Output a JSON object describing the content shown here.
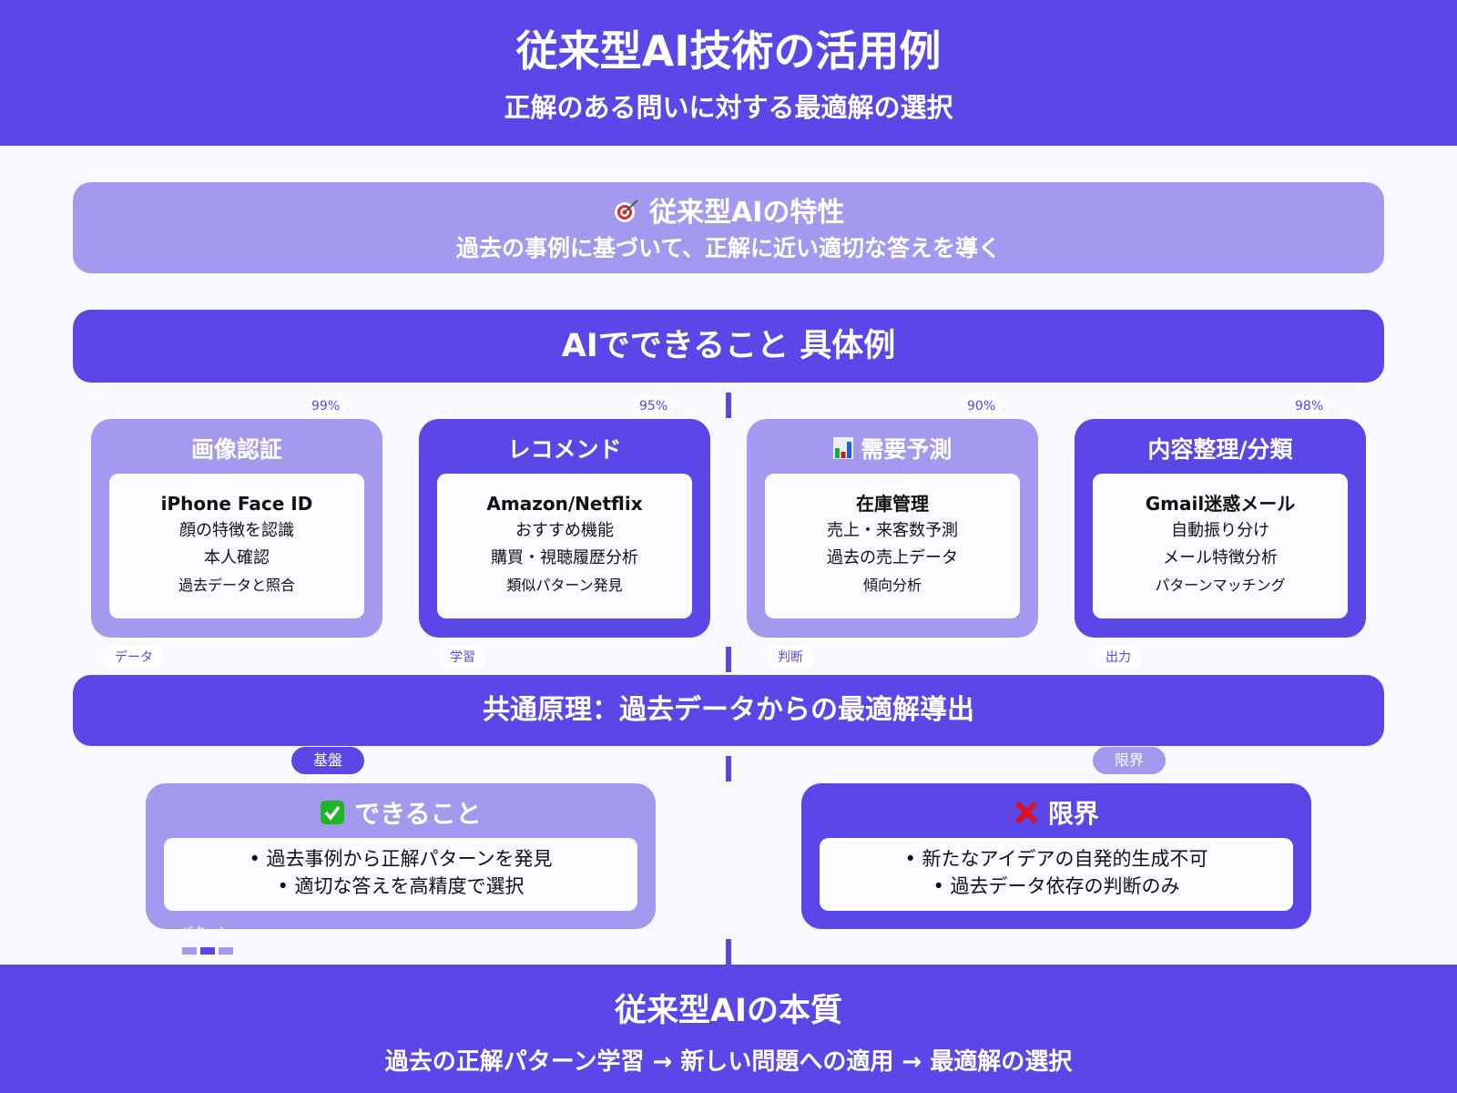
{
  "header": {
    "title": "従来型AI技術の活用例",
    "subtitle": "正解のある問いに対する最適解の選択"
  },
  "characteristics": {
    "icon": "target-icon",
    "title": "従来型AIの特性",
    "text": "過去の事例に基づいて、正解に近い適切な答えを導く"
  },
  "section_title": "AIでできること 具体例",
  "cards": [
    {
      "title": "画像認証",
      "percent": "99%",
      "name": "iPhone Face ID",
      "lines": [
        "顔の特徴を認識",
        "本人確認",
        "過去データと照合"
      ],
      "label": "データ",
      "style": "light"
    },
    {
      "title": "レコメンド",
      "percent": "95%",
      "name": "Amazon/Netflix",
      "lines": [
        "おすすめ機能",
        "購買・視聴履歴分析",
        "類似パターン発見"
      ],
      "label": "学習",
      "style": "dark"
    },
    {
      "title": "需要予測",
      "icon": "bar-chart-icon",
      "percent": "90%",
      "name": "在庫管理",
      "lines": [
        "売上・来客数予測",
        "過去の売上データ",
        "傾向分析"
      ],
      "label": "判断",
      "style": "light"
    },
    {
      "title": "内容整理/分類",
      "percent": "98%",
      "name": "Gmail迷惑メール",
      "lines": [
        "自動振り分け",
        "メール特徴分析",
        "パターンマッチング"
      ],
      "label": "出力",
      "style": "dark"
    }
  ],
  "principle": "共通原理：過去データからの最適解導出",
  "can": {
    "badge": "基盤",
    "icon": "check-mark-icon",
    "title": "できること",
    "items": [
      "• 過去事例から正解パターンを発見",
      "• 適切な答えを高精度で選択"
    ],
    "overflow_label": "パターン"
  },
  "limit": {
    "badge": "限界",
    "icon": "cross-mark-icon",
    "title": "限界",
    "items": [
      "• 新たなアイデアの自発的生成不可",
      "• 過去データ依存の判断のみ"
    ]
  },
  "footer": {
    "title": "従来型AIの本質",
    "text": "過去の正解パターン学習 → 新しい問題への適用 → 最適解の選択"
  },
  "colors": {
    "primary": "#5b46e8",
    "light": "#a399ef",
    "background": "#f9f8fe"
  }
}
